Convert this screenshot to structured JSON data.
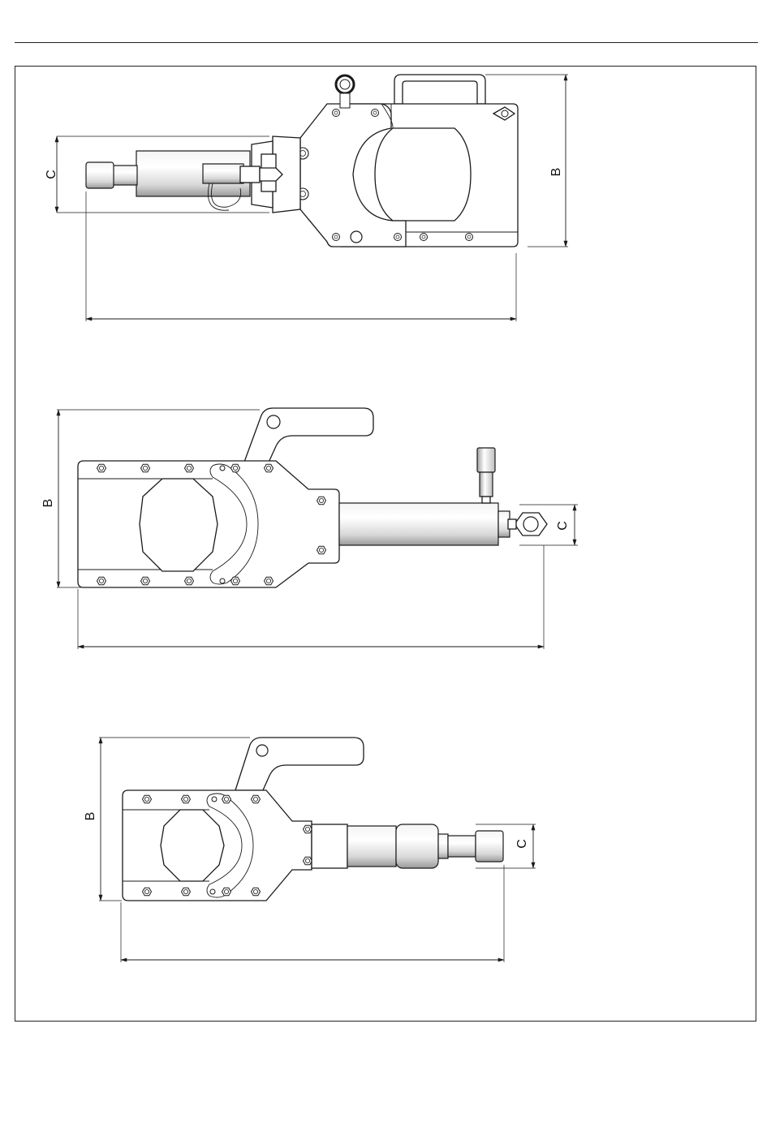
{
  "views": [
    {
      "id": "top",
      "dimensions": {
        "height_label": "B",
        "diameter_label": "C"
      }
    },
    {
      "id": "middle",
      "dimensions": {
        "height_label": "B",
        "diameter_label": "C"
      }
    },
    {
      "id": "bottom",
      "dimensions": {
        "height_label": "B",
        "diameter_label": "C"
      }
    }
  ]
}
